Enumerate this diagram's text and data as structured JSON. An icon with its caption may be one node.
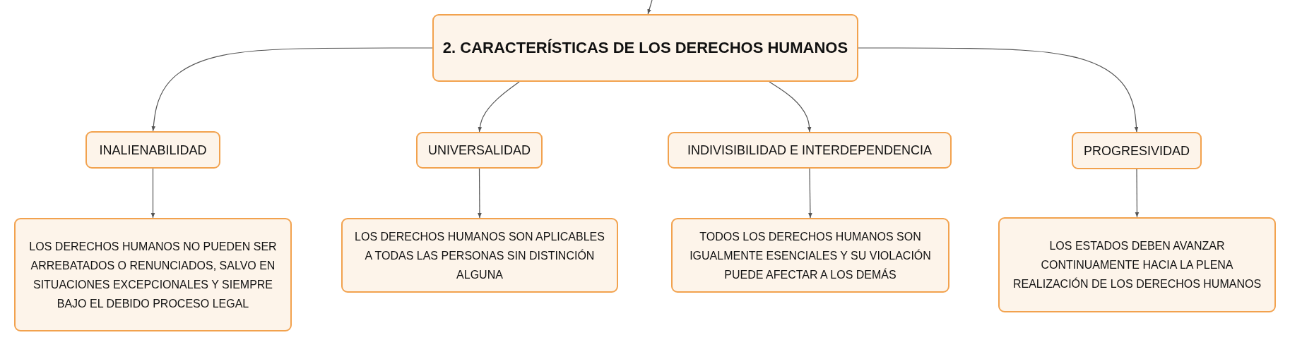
{
  "diagram": {
    "nodes": [
      {
        "text": [
          "2. CARACTERÍSTICAS DE LOS DERECHOS HUMANOS"
        ]
      },
      {
        "text": [
          "INALIENABILIDAD"
        ]
      },
      {
        "text": [
          "UNIVERSALIDAD"
        ]
      },
      {
        "text": [
          "INDIVISIBILIDAD E INTERDEPENDENCIA"
        ]
      },
      {
        "text": [
          "PROGRESIVIDAD"
        ]
      },
      {
        "text": [
          "LOS DERECHOS HUMANOS NO PUEDEN SER ARREBATADOS O RENUNCIADOS, SALVO EN SITUACIONES EXCEPCIONALES Y SIEMPRE BAJO EL DEBIDO PROCESO LEGAL"
        ]
      },
      {
        "text": [
          "LOS DERECHOS HUMANOS SON APLICABLES A TODAS LAS PERSONAS SIN DISTINCIÓN ALGUNA"
        ]
      },
      {
        "text": [
          "TODOS LOS DERECHOS HUMANOS SON IGUALMENTE ESENCIALES Y SU VIOLACIÓN PUEDE AFECTAR A LOS DEMÁS"
        ]
      },
      {
        "text": [
          "LOS ESTADOS DEBEN AVANZAR CONTINUAMENTE HACIA LA PLENA REALIZACIÓN DE LOS DERECHOS HUMANOS"
        ]
      }
    ],
    "edges": [
      {
        "from": null,
        "to": 0,
        "arrow": "to"
      },
      {
        "from": 0,
        "to": 1,
        "arrow": "to"
      },
      {
        "from": 0,
        "to": 2,
        "arrow": "to"
      },
      {
        "from": 0,
        "to": 3,
        "arrow": "to"
      },
      {
        "from": 0,
        "to": 4,
        "arrow": "to"
      },
      {
        "from": 1,
        "to": 5,
        "arrow": "to"
      },
      {
        "from": 2,
        "to": 6,
        "arrow": "to"
      },
      {
        "from": 3,
        "to": 7,
        "arrow": "to"
      },
      {
        "from": 4,
        "to": 8,
        "arrow": "to"
      }
    ]
  }
}
